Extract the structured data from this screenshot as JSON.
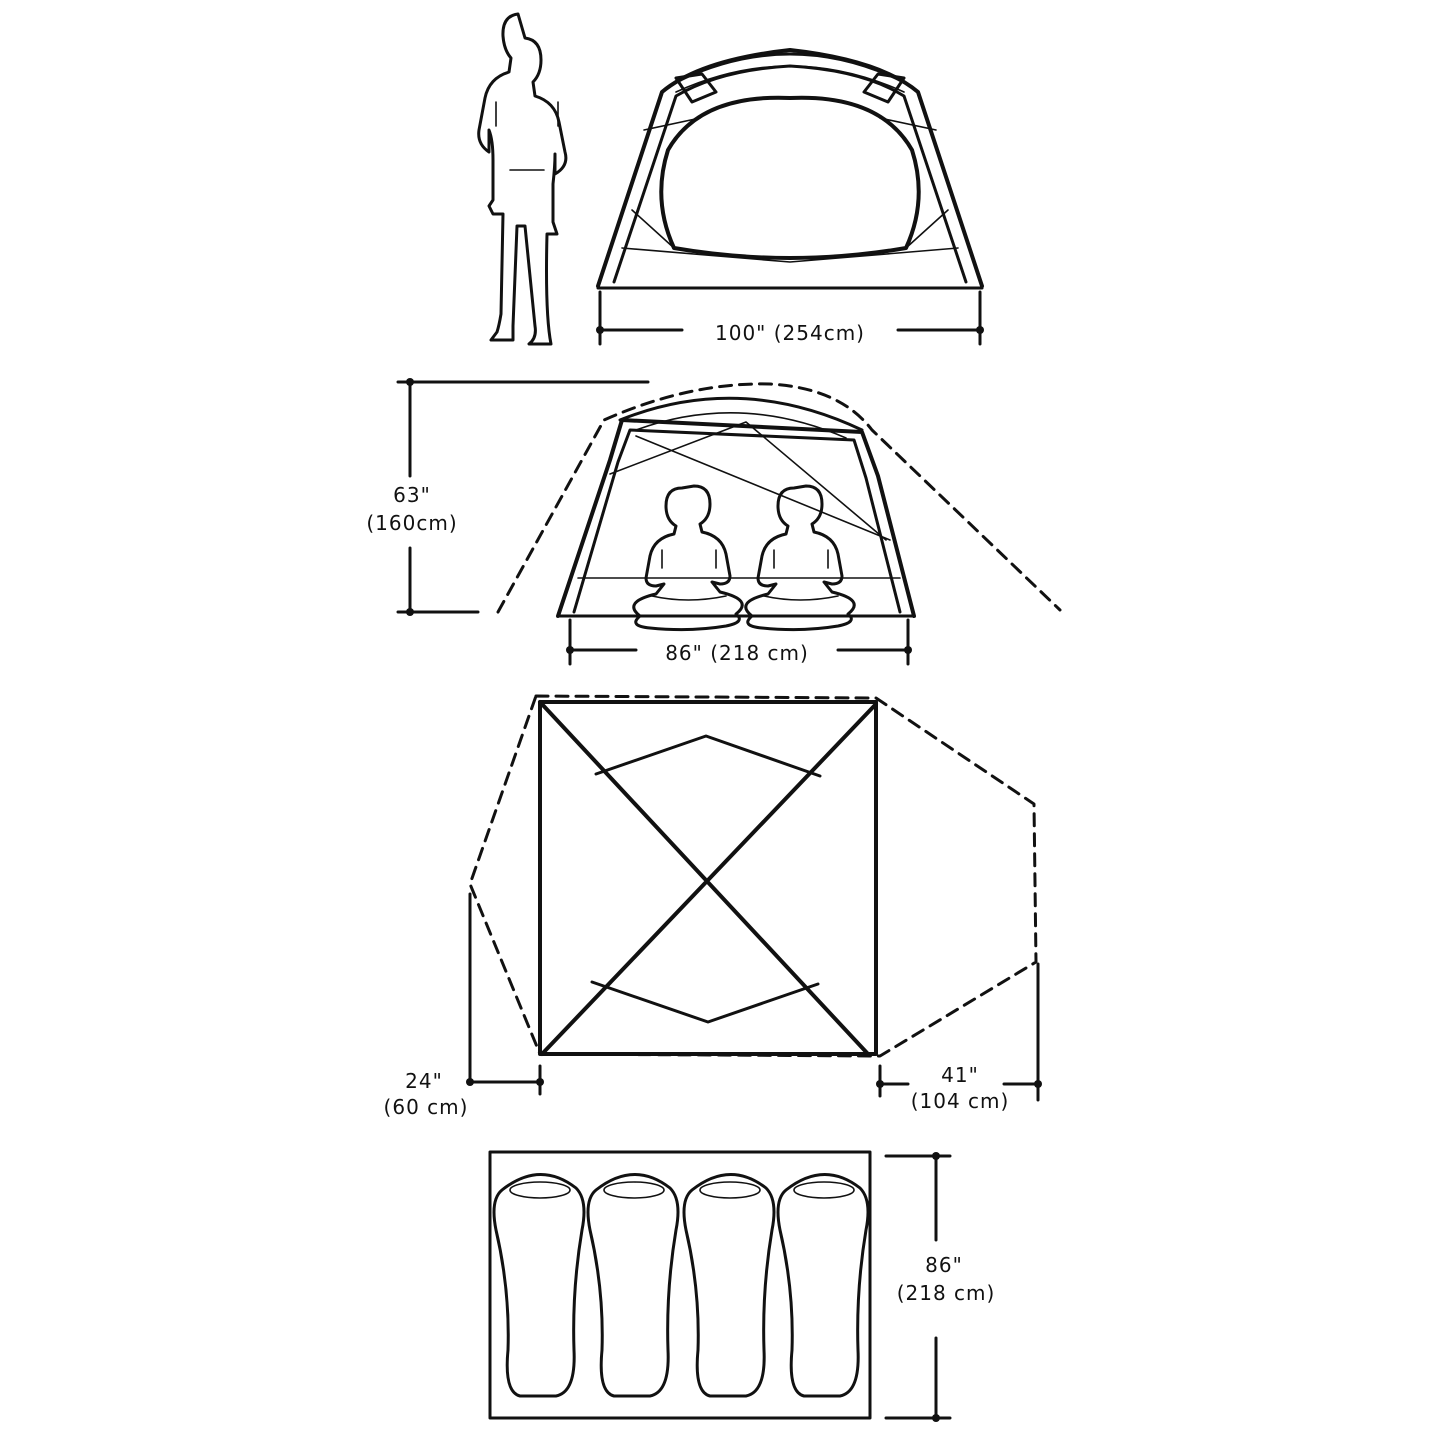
{
  "dimensions": {
    "front_width": "100\" (254cm)",
    "height_in": "63\"",
    "height_cm": "(160cm)",
    "side_width": "86\" (218 cm)",
    "vestibule_left_in": "24\"",
    "vestibule_left_cm": "(60 cm)",
    "vestibule_right_in": "41\"",
    "vestibule_right_cm": "(104 cm)",
    "floor_length_in": "86\"",
    "floor_length_cm": "(218 cm)"
  }
}
